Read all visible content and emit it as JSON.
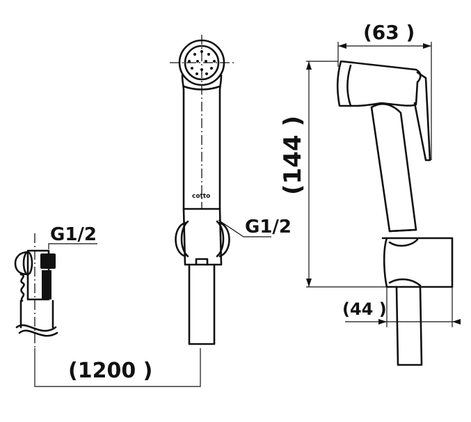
{
  "labels": {
    "thread_left": "G1/2",
    "thread_right": "G1/2",
    "hose_length": "(1200 )",
    "width_top": "(63 )",
    "height": "(144 )",
    "depth_bottom": "(44 )",
    "brand_mark": "cotto"
  }
}
